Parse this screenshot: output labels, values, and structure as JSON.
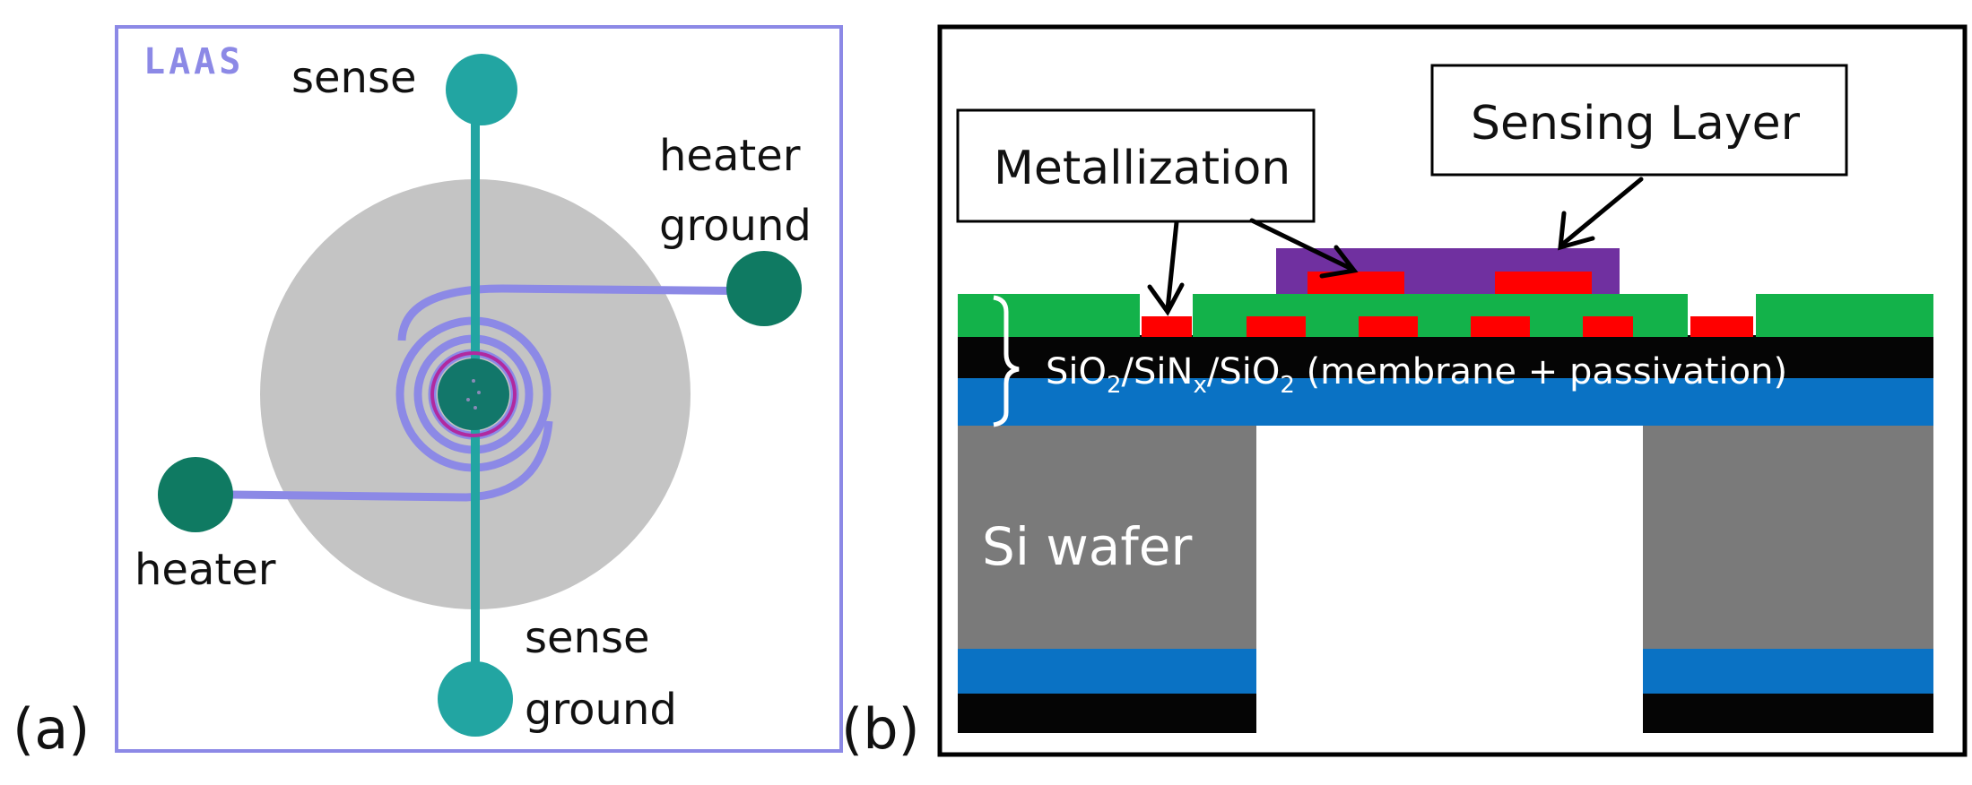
{
  "panel_a": {
    "label": "(a)",
    "logo": "LAAS",
    "pads": {
      "sense": "sense",
      "heater_ground_1": "heater",
      "heater_ground_2": "ground",
      "heater": "heater",
      "sense_ground_1": "sense",
      "sense_ground_2": "ground"
    }
  },
  "panel_b": {
    "label": "(b)",
    "callouts": {
      "metallization": "Metallization",
      "sensing_layer": "Sensing Layer"
    },
    "membrane_label": {
      "sio2_a": "SiO",
      "sub_2a": "2",
      "sep1": "/SiN",
      "sub_x": "x",
      "sep2": "/SiO",
      "sub_2b": "2",
      "rest": " (membrane + passivation)"
    },
    "substrate_label": "Si wafer"
  },
  "colors": {
    "frame_a": "#8c89e6",
    "pad_sense": "#22a5a2",
    "pad_heater": "#0f7a62",
    "membrane_disk": "#c4c4c4",
    "heater_track": "#8c89e6",
    "green_layer": "#13b24a",
    "black_layer": "#050505",
    "blue_layer": "#0a72c4",
    "si_gray": "#7a7a7a",
    "metal_red": "#ff0000",
    "sensing_purple": "#7030a0"
  }
}
